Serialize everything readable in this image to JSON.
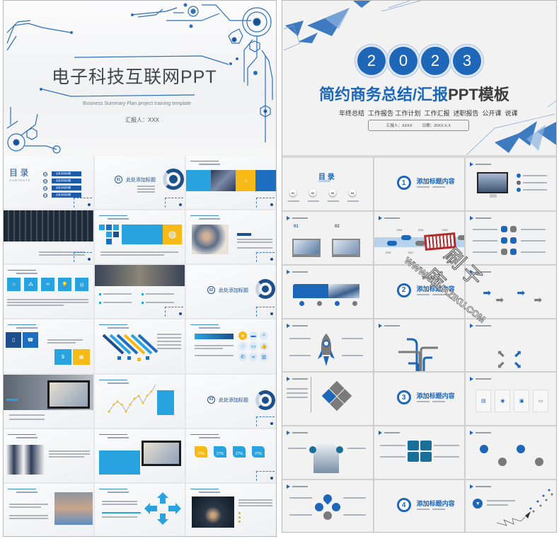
{
  "left_preview": {
    "cover": {
      "title": "电子科技互联网PPT",
      "subtitle": "Business Summary Plan project training template",
      "reporter": "汇报人：XXX"
    },
    "toc": {
      "title": "目 录",
      "en": "CONTENTS",
      "items": [
        {
          "num": "01",
          "label": "此处添加标题"
        },
        {
          "num": "02",
          "label": "此处添加标题"
        },
        {
          "num": "03",
          "label": "此处添加标题"
        },
        {
          "num": "04",
          "label": "此处添加标题"
        }
      ]
    },
    "sections": [
      {
        "num": "01",
        "title": "此处添加标题"
      },
      {
        "num": "02",
        "title": "此处添加标题"
      },
      {
        "num": "03",
        "title": "此处添加标题"
      }
    ],
    "percent_cards": [
      "27%",
      "27%",
      "27%",
      "27%"
    ],
    "colors": {
      "blue": "#29a3e0",
      "navy": "#1d4f8c",
      "yellow": "#f7b916"
    }
  },
  "right_preview": {
    "cover": {
      "year_digits": [
        "2",
        "0",
        "2",
        "3"
      ],
      "title_blue": "简约商务总结/汇报",
      "title_dark": "PPT模板",
      "keywords": "年终总结  工作报告 工作计划  工作汇报  述职报告  公开课  说课",
      "reporter": "汇报人：XXXX",
      "date": "日期：20XX.X.X"
    },
    "toc": {
      "title": "目 录",
      "en": "CONTENT",
      "items": [
        "01",
        "02",
        "03",
        "04"
      ],
      "item_label": "添加标题内容"
    },
    "sections": [
      {
        "num": "1",
        "title": "添加标题内容"
      },
      {
        "num": "2",
        "title": "添加标题内容"
      },
      {
        "num": "3",
        "title": "添加标题内容"
      },
      {
        "num": "4",
        "title": "添加标题内容"
      }
    ],
    "slide_header": "添加标题内容",
    "timeline_years": [
      "2014",
      "2015",
      "2016",
      "2017",
      "2018"
    ],
    "compare_labels": [
      "01",
      "02"
    ],
    "colors": {
      "blue": "#1e66b8",
      "gray": "#7a7a7a"
    }
  },
  "watermark": {
    "text_cn": "刷子库",
    "url": "WWW.SHUAZIKU.COM"
  }
}
